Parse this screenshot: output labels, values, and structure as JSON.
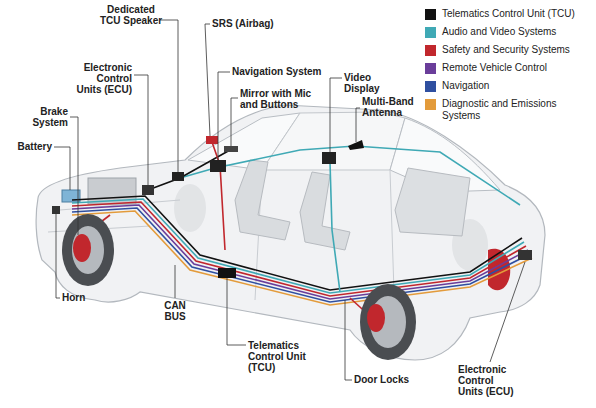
{
  "diagram": {
    "labels": [
      "Dedicated TCU Speaker",
      "SRS (Airbag)",
      "Navigation System",
      "Video Display",
      "Electronic Control Units (ECU)",
      "Mirror with Mic and Buttons",
      "Multi-Band Antenna",
      "Brake System",
      "Battery",
      "Horn",
      "CAN BUS",
      "Telematics Control Unit (TCU)",
      "Door Locks",
      "Electronic Control Units (ECU)"
    ],
    "legend": [
      {
        "text": "Telematics Control Unit (TCU)",
        "color": "#111111"
      },
      {
        "text": "Audio and Video Systems",
        "color": "#3fa9b5"
      },
      {
        "text": "Safety and Security Systems",
        "color": "#c1272d"
      },
      {
        "text": "Remote Vehicle Control",
        "color": "#6a3d9a"
      },
      {
        "text": "Navigation",
        "color": "#2f4fa0"
      },
      {
        "text": "Diagnostic and Emissions Systems",
        "color": "#e39b3b"
      }
    ]
  }
}
